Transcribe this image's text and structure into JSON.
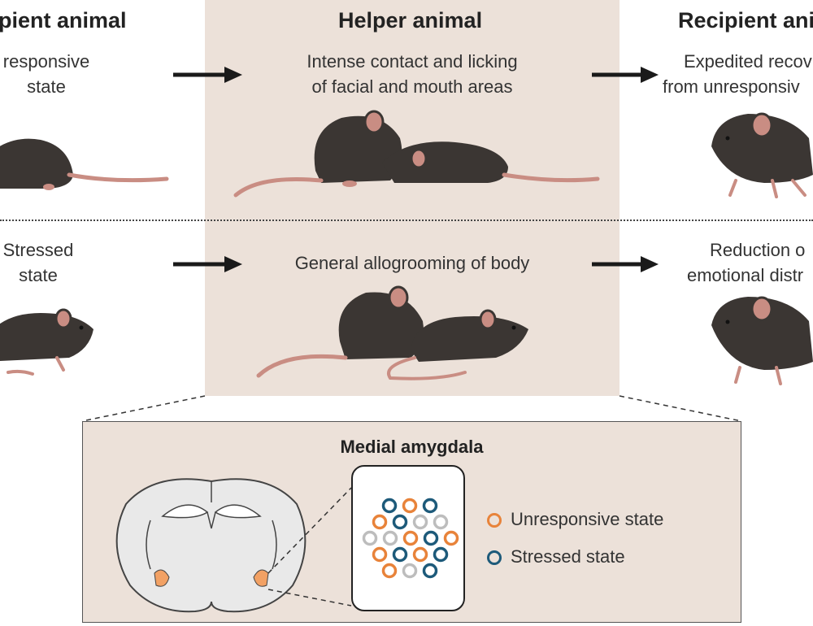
{
  "columns": {
    "left_header": "pient animal",
    "middle_header": "Helper animal",
    "right_header": "Recipient ani"
  },
  "row_top": {
    "left_state_line1": "responsive",
    "left_state_line2": "state",
    "helper_action_line1": "Intense contact and licking",
    "helper_action_line2": "of facial and mouth areas",
    "outcome_line1": "Expedited recov",
    "outcome_line2": "from unresponsiv"
  },
  "row_bottom": {
    "left_state_line1": "Stressed",
    "left_state_line2": "state",
    "helper_action": "General allogrooming of body",
    "outcome_line1": "Reduction o",
    "outcome_line2": "emotional distr"
  },
  "inset": {
    "title": "Medial amygdala",
    "legend": [
      {
        "label": "Unresponsive state",
        "color": "#e8833a"
      },
      {
        "label": "Stressed state",
        "color": "#1d5a7a"
      }
    ],
    "neutral_color": "#bdbdbd"
  },
  "colors": {
    "panel_bg": "#ece1d9",
    "mouse_body": "#3b3633",
    "mouse_tail": "#c98d83",
    "arrow": "#1a1a1a"
  }
}
